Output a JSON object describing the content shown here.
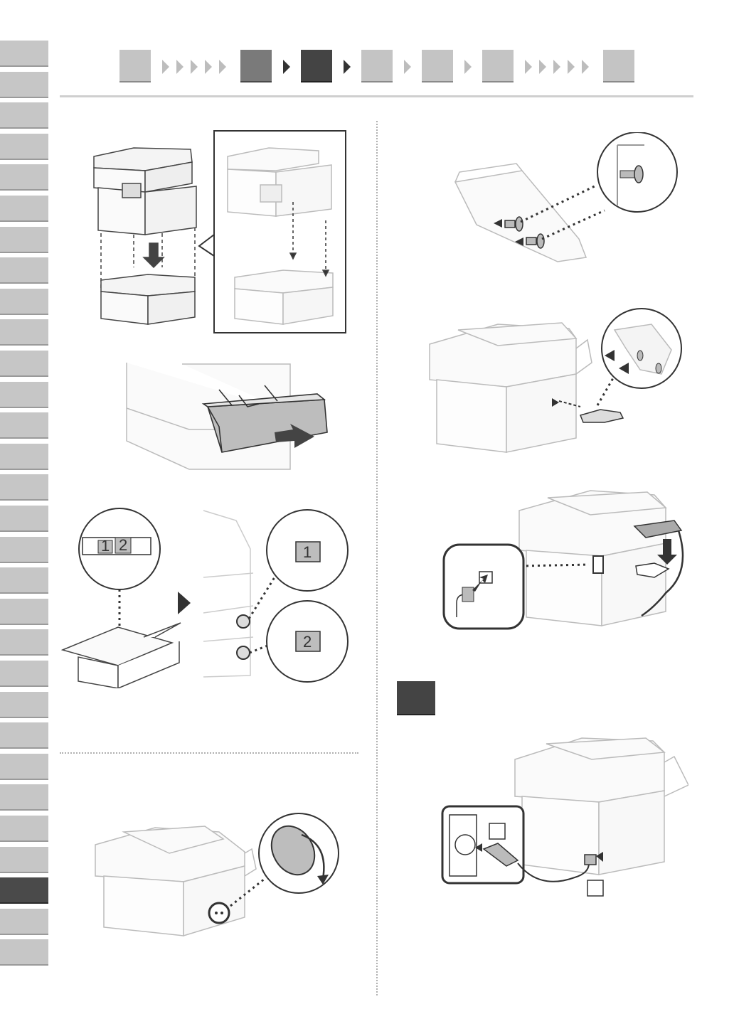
{
  "language_tabs": {
    "count": 30,
    "active_index": 27
  },
  "progress": {
    "steps": [
      "light",
      "mid",
      "dark",
      "light",
      "light",
      "light",
      "light"
    ],
    "current_step_index": 2
  },
  "callouts": {
    "tray_label_1": "1",
    "tray_label_2": "2",
    "box_label_1": "1",
    "box_label_2": "2"
  },
  "colors": {
    "line": "#999999",
    "dark_fill": "#444444",
    "tray_fill": "#bdbdbd",
    "tab_light": "#c6c6c6",
    "tab_active": "#4a4a4a"
  }
}
